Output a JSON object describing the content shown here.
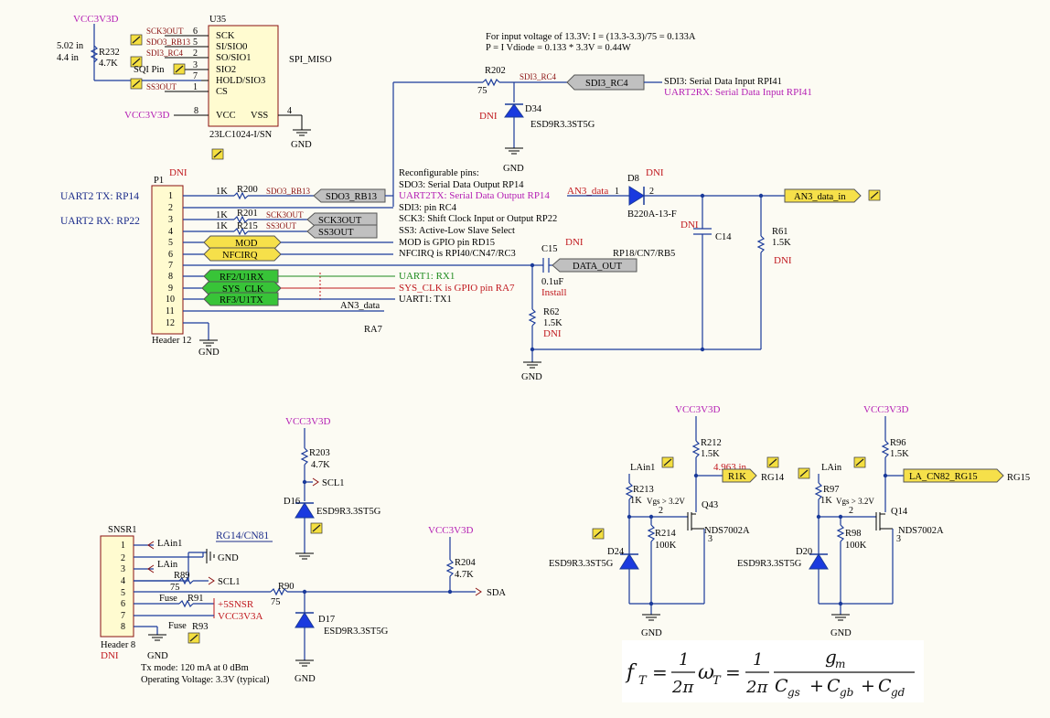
{
  "u35": {
    "vcc_top": "VCC3V3D",
    "ref": "U35",
    "pins": [
      "SCK",
      "SI/SIO0",
      "SO/SIO1",
      "SIO2",
      "HOLD/SIO3",
      "CS",
      "VCC",
      "VSS"
    ],
    "pin_numbers": [
      "6",
      "5",
      "2",
      "3",
      "7",
      "1",
      "8",
      "4"
    ],
    "nets": [
      "SCK3OUT",
      "SDO3_RB13",
      "SDI3_RC4",
      "SS3OUT"
    ],
    "sqi_pin": "SQI Pin",
    "spi_miso": "SPI_MISO",
    "part_number": "23LC1024-I/SN",
    "vcc_left": "VCC3V3D",
    "gnd": "GND",
    "r232": "R232",
    "r232_val": "4.7K",
    "size1": "5.02 in",
    "size2": "4.4 in"
  },
  "top_note": {
    "line1": "For input voltage of 13.3V: I = (13.3-3.3)/75 = 0.133A",
    "line2": "P = I Vdiode = 0.133 * 3.3V = 0.44W",
    "r202": "R202",
    "r202_val": "75",
    "net": "SDI3_RC4",
    "port": "SDI3_RC4",
    "desc1": "SDI3: Serial Data Input RPI41",
    "desc2": "UART2RX: Serial Data Input RPI41",
    "d34": "D34",
    "d34_part": "ESD9R3.3ST5G",
    "dni": "DNI",
    "gnd": "GND"
  },
  "p1": {
    "ref": "P1",
    "dni": "DNI",
    "footer": "Header 12",
    "gnd": "GND",
    "pins": [
      "1",
      "2",
      "3",
      "4",
      "5",
      "6",
      "7",
      "8",
      "9",
      "10",
      "11",
      "12"
    ],
    "uart_tx": "UART2 TX: RP14",
    "uart_rx": "UART2 RX: RP22",
    "r200": "R200",
    "r200_val": "1K",
    "r201": "R201",
    "r201_val": "1K",
    "r215": "R215",
    "r215_val": "1K",
    "net_sdo": "SDO3_RB13",
    "net_sck": "SCK3OUT",
    "net_ss": "SS3OUT",
    "port_sdo": "SDO3_RB13",
    "port_sck": "SCK3OUT",
    "port_ss": "SS3OUT",
    "port_mod": "MOD",
    "port_nfc": "NFCIRQ",
    "port_rf2": "RF2/U1RX",
    "port_sys": "SYS_CLK",
    "port_rf3": "RF3/U1TX",
    "an3": "AN3_data",
    "ra7": "RA7"
  },
  "reconf": {
    "title": "Reconfigurable pins:",
    "lines": [
      "SDO3: Serial Data Output RP14",
      "UART2TX: Serial Data Output RP14",
      "SDI3: pin RC4",
      "SCK3: Shift Clock Input or Output RP22",
      "SS3:  Active-Low Slave Select",
      "MOD is GPIO pin RD15",
      "NFCIRQ is RPI40/CN47/RC3"
    ],
    "rp18": "RP18/CN7/RB5",
    "uart1_rx": "UART1: RX1",
    "sysclk_note": "SYS_CLK is GPIO pin RA7",
    "uart1_tx": "UART1: TX1"
  },
  "an3": {
    "net": "AN3_data",
    "d8": "D8",
    "d8_dni": "DNI",
    "d8_part": "B220A-13-F",
    "port": "AN3_data_in",
    "c14": "C14",
    "c14_dni": "DNI",
    "r61": "R61",
    "r61_val": "1.5K",
    "r61_dni": "DNI",
    "c15": "C15",
    "c15_val": "0.1uF",
    "c15_install": "Install",
    "c15_dni": "DNI",
    "port_data": "DATA_OUT",
    "r62": "R62",
    "r62_val": "1.5K",
    "r62_dni": "DNI",
    "gnd": "GND"
  },
  "i2c": {
    "vcc": "VCC3V3D",
    "r203": "R203",
    "r203_val": "4.7K",
    "scl": "SCL1",
    "d16": "D16",
    "d16_part": "ESD9R3.3ST5G",
    "d17": "D17",
    "d17_part": "ESD9R3.3ST5G",
    "r90": "R90",
    "r90_val": "75",
    "vcc2": "VCC3V3D",
    "r204": "R204",
    "r204_val": "4.7K",
    "sda": "SDA",
    "gnd": "GND"
  },
  "snsr": {
    "ref": "SNSR1",
    "rg": "RG14/CN81",
    "pins": [
      "1",
      "2",
      "3",
      "4",
      "5",
      "6",
      "7",
      "8"
    ],
    "lain1": "LAin1",
    "lain": "LAin",
    "gnd": "GND",
    "r89": "R89",
    "r89_val": "75",
    "scl": "SCL1",
    "fuse": "Fuse",
    "r91": "R91",
    "p5": "+5SNSR",
    "r93": "R93",
    "vcc": "VCC3V3A",
    "footer": "Header 8",
    "dni": "DNI",
    "gnd2": "GND",
    "note1": "Tx mode: 120 mA at 0 dBm",
    "note2": "Operating Voltage: 3.3V (typical)"
  },
  "q43": {
    "vcc": "VCC3V3D",
    "r212": "R212",
    "r212_val": "1.5K",
    "size": "4.963 in",
    "port": "R1K",
    "rg": "RG14",
    "lain": "LAin1",
    "r213": "R213",
    "r213_val": "1K",
    "vgs": "Vgs > 3.2V",
    "q": "Q43",
    "part": "NDS7002A",
    "r214": "R214",
    "r214_val": "100K",
    "d24": "D24",
    "d24_part": "ESD9R3.3ST5G",
    "gnd": "GND"
  },
  "q14": {
    "vcc": "VCC3V3D",
    "r96": "R96",
    "r96_val": "1.5K",
    "port": "LA_CN82_RG15",
    "rg": "RG15",
    "lain": "LAin",
    "r97": "R97",
    "r97_val": "1K",
    "vgs": "Vgs > 3.2V",
    "q": "Q14",
    "part": "NDS7002A",
    "r98": "R98",
    "r98_val": "100K",
    "d20": "D20",
    "d20_part": "ESD9R3.3ST5G",
    "gnd": "GND"
  },
  "formula": {
    "ft": "f",
    "ft_sub": "T",
    "eq": "=",
    "one": "1",
    "two_pi": "2π",
    "omega": "ω",
    "omega_sub": "T",
    "gm": "g",
    "gm_sub": "m",
    "cgs": "C",
    "cgs_sub": "gs",
    "plus": "+",
    "cgb": "C",
    "cgb_sub": "gb",
    "cgd": "C",
    "cgd_sub": "gd"
  }
}
